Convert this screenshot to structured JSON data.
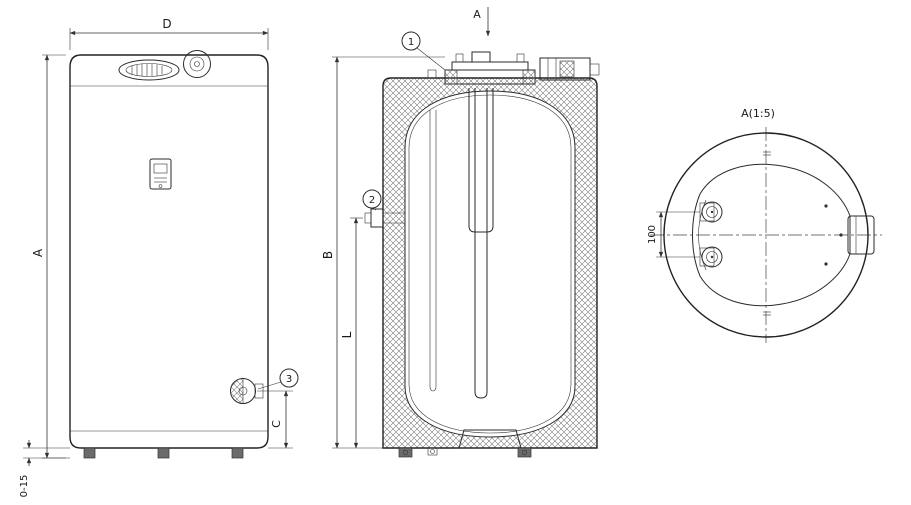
{
  "front_view": {
    "dim_width": "D",
    "dim_height": "A",
    "dim_foot_range": "0-15",
    "dim_drain_height": "C",
    "callout_drain": "3"
  },
  "section_view": {
    "section_cut_label": "A",
    "callout_lid": "1",
    "callout_inlet": "2",
    "dim_total_height": "B",
    "dim_inlet_height": "L"
  },
  "top_view": {
    "title": "A(1:5)",
    "dim_port_spacing": "100"
  }
}
